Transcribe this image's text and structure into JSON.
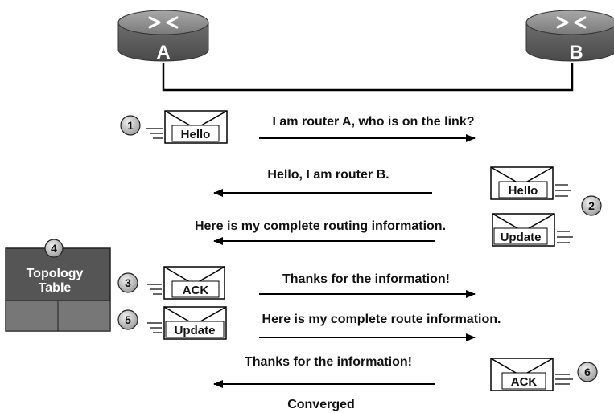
{
  "routers": {
    "a": {
      "label": "A"
    },
    "b": {
      "label": "B"
    }
  },
  "topology": {
    "step": "4",
    "line1": "Topology",
    "line2": "Table"
  },
  "steps": [
    {
      "number": "1",
      "envelope": "Hello",
      "message": "I am router A, who is on the link?"
    },
    {
      "number": "2",
      "envelope": "Hello",
      "message": "Hello, I am router B."
    },
    {
      "number": "",
      "envelope": "Update",
      "message": "Here is my complete routing information."
    },
    {
      "number": "3",
      "envelope": "ACK",
      "message": "Thanks for the information!"
    },
    {
      "number": "5",
      "envelope": "Update",
      "message": "Here is my complete route information."
    },
    {
      "number": "6",
      "envelope": "ACK",
      "message": "Thanks for the information!"
    }
  ],
  "footer": {
    "status": "Converged"
  },
  "colors": {
    "router_fill": "#8c8c8c",
    "topology_fill": "#555555",
    "topology_cells": "#777777",
    "badge": "#c4c4c4"
  }
}
